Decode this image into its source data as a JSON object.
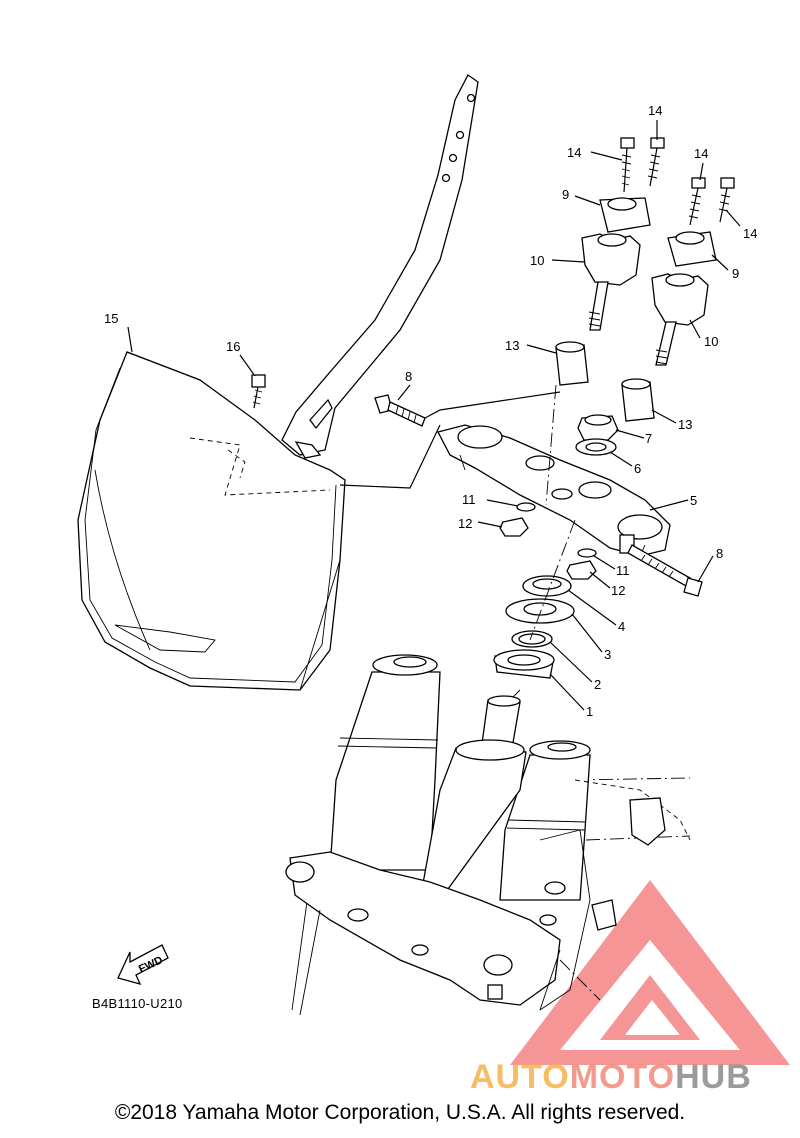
{
  "diagram": {
    "part_numbers": [
      "1",
      "2",
      "3",
      "4",
      "5",
      "6",
      "7",
      "8",
      "9",
      "10",
      "11",
      "12",
      "13",
      "14",
      "15",
      "16"
    ],
    "callouts": {
      "c14a": "14",
      "c14b": "14",
      "c14c": "14",
      "c14d": "14",
      "c9a": "9",
      "c9b": "9",
      "c10a": "10",
      "c10b": "10",
      "c13a": "13",
      "c13b": "13",
      "c15": "15",
      "c16": "16",
      "c8a": "8",
      "c8b": "8",
      "c7": "7",
      "c6": "6",
      "c5": "5",
      "c11a": "11",
      "c11b": "11",
      "c12a": "12",
      "c12b": "12",
      "c4": "4",
      "c3": "3",
      "c2": "2",
      "c1": "1"
    },
    "diagram_code": "B4B1110-U210",
    "fwd_label": "FWD"
  },
  "watermark": {
    "auto": "AUTO",
    "moto": "MOTO",
    "hub": "HUB",
    "color_auto": "#f5b24a",
    "color_moto": "#f08a7a",
    "color_hub": "#8a8a8a",
    "logo_color": "#f04040"
  },
  "footer": {
    "copyright": "©2018 Yamaha Motor Corporation, U.S.A. All rights reserved."
  }
}
